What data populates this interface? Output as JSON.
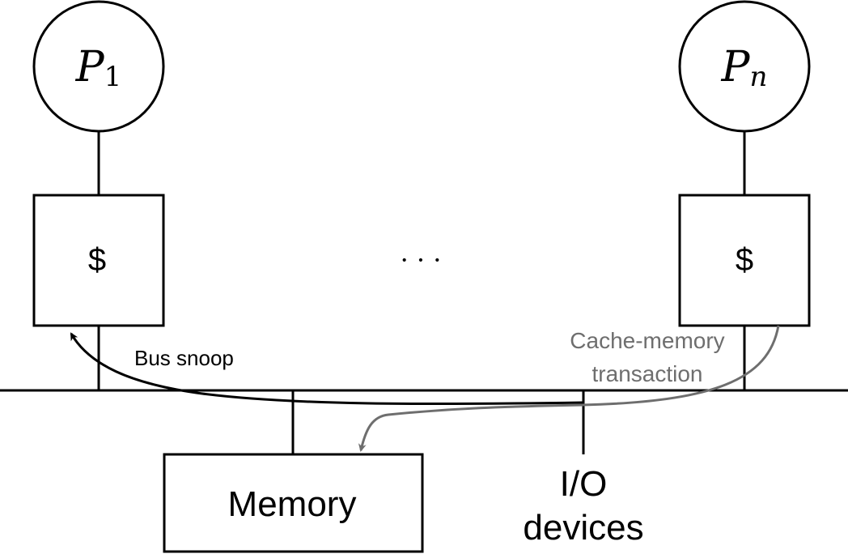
{
  "processors": [
    {
      "symbol": "P",
      "subscript": "1"
    },
    {
      "symbol": "P",
      "subscript": "n"
    }
  ],
  "caches": [
    {
      "label": "$"
    },
    {
      "label": "$"
    }
  ],
  "ellipsis": "· · ·",
  "memory": {
    "label": "Memory"
  },
  "io": {
    "line1": "I/O",
    "line2": "devices"
  },
  "arrows": {
    "bus_snoop": {
      "label": "Bus snoop",
      "color": "#000000"
    },
    "transaction": {
      "line1": "Cache-memory",
      "line2": "transaction",
      "color": "#6e6e6e"
    }
  }
}
